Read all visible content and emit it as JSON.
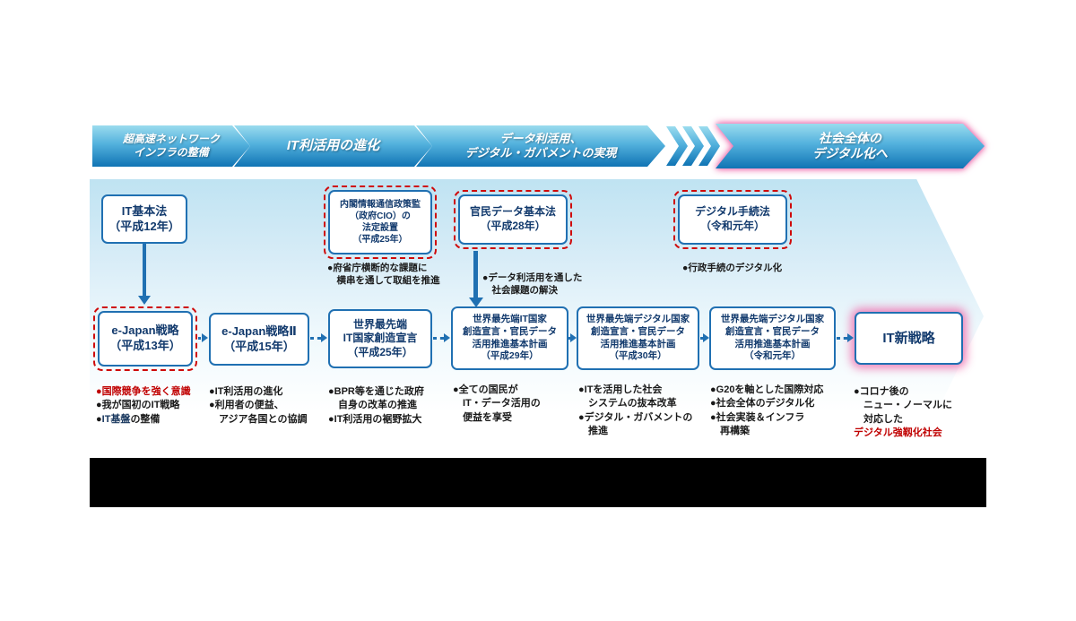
{
  "colors": {
    "accent_blue": "#2070b2",
    "navy_text": "#123a6d",
    "red": "#c00000",
    "pink_glow": "#ee6eae",
    "banner_gradient_top": "#9bdcee",
    "banner_gradient_bottom": "#1074b4",
    "background_arrow_top": "#bfe3f2"
  },
  "phases": [
    {
      "label": "超高速ネットワーク\nインフラの整備"
    },
    {
      "label": "IT利活用の進化"
    },
    {
      "label": "データ利活用、\nデジタル・ガバメントの実現"
    },
    {
      "label": "社会全体の\nデジタル化へ"
    }
  ],
  "laws": [
    {
      "title": "IT基本法\n（平成12年）"
    },
    {
      "title": "内閣情報通信政策監\n（政府CIO）の\n法定設置\n（平成25年）",
      "note": "●府省庁横断的な課題に\n　横串を通して取組を推進"
    },
    {
      "title": "官民データ基本法\n（平成28年）",
      "note": "●データ利活用を通した\n　社会課題の解決"
    },
    {
      "title": "デジタル手続法\n（令和元年）",
      "note": "●行政手続のデジタル化"
    }
  ],
  "strategies": [
    {
      "title": "e-Japan戦略\n（平成13年）"
    },
    {
      "title": "e-Japan戦略Ⅱ\n（平成15年）"
    },
    {
      "title": "世界最先端\nIT国家創造宣言\n（平成25年）"
    },
    {
      "title": "世界最先端IT国家\n創造宣言・官民データ\n活用推進基本計画\n（平成29年）"
    },
    {
      "title": "世界最先端デジタル国家\n創造宣言・官民データ\n活用推進基本計画\n（平成30年）"
    },
    {
      "title": "世界最先端デジタル国家\n創造宣言・官民データ\n活用推進基本計画\n（令和元年）"
    },
    {
      "title": "IT新戦略"
    }
  ],
  "bullets": {
    "col1": {
      "b1": "●国際競争を強く意識",
      "b2": "●我が国初のIT戦略",
      "b3_pre": "●",
      "b3_em": "IT基盤",
      "b3_post": "の整備"
    },
    "col2": {
      "b1": "●IT利活用の進化",
      "b2": "●利用者の便益、\n　アジア各国との協調"
    },
    "col3": {
      "b1": "●BPR等を通じた政府\n　自身の改革の推進",
      "b2": "●IT利活用の裾野拡大"
    },
    "col4": {
      "b1": "●全ての国民が\n　IT・データ活用の\n　便益を享受"
    },
    "col5": {
      "b1": "●ITを活用した社会\n　システムの抜本改革",
      "b2": "●デジタル・ガバメントの\n　推進"
    },
    "col6": {
      "b1": "●G20を軸とした国際対応",
      "b2": "●社会全体のデジタル化",
      "b3": "●社会実装＆インフラ\n　再構築"
    },
    "col7": {
      "b1": "●コロナ後の\n　ニュー・ノーマルに\n　対応した",
      "b2": "デジタル強靱化社会"
    }
  }
}
